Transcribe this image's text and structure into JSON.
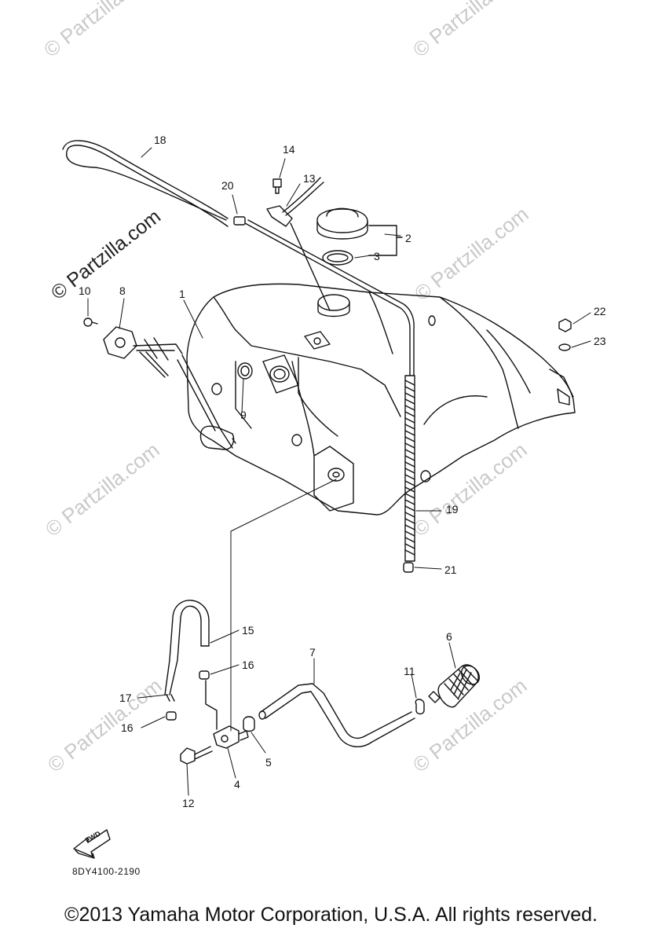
{
  "watermark": {
    "text": "© Partzilla.com"
  },
  "callouts": {
    "c1": "1",
    "c2": "2",
    "c3": "3",
    "c4": "4",
    "c5": "5",
    "c6": "6",
    "c7": "7",
    "c8": "8",
    "c9": "9",
    "c10": "10",
    "c11": "11",
    "c12": "12",
    "c13": "13",
    "c14": "14",
    "c15": "15",
    "c16a": "16",
    "c16b": "16",
    "c17": "17",
    "c18": "18",
    "c19": "19",
    "c20": "20",
    "c21": "21",
    "c22": "22",
    "c23": "23"
  },
  "fwd_badge": "FWD",
  "drawing_code": "8DY4100-2190",
  "copyright": "©2013 Yamaha Motor Corporation, U.S.A. All rights reserved."
}
